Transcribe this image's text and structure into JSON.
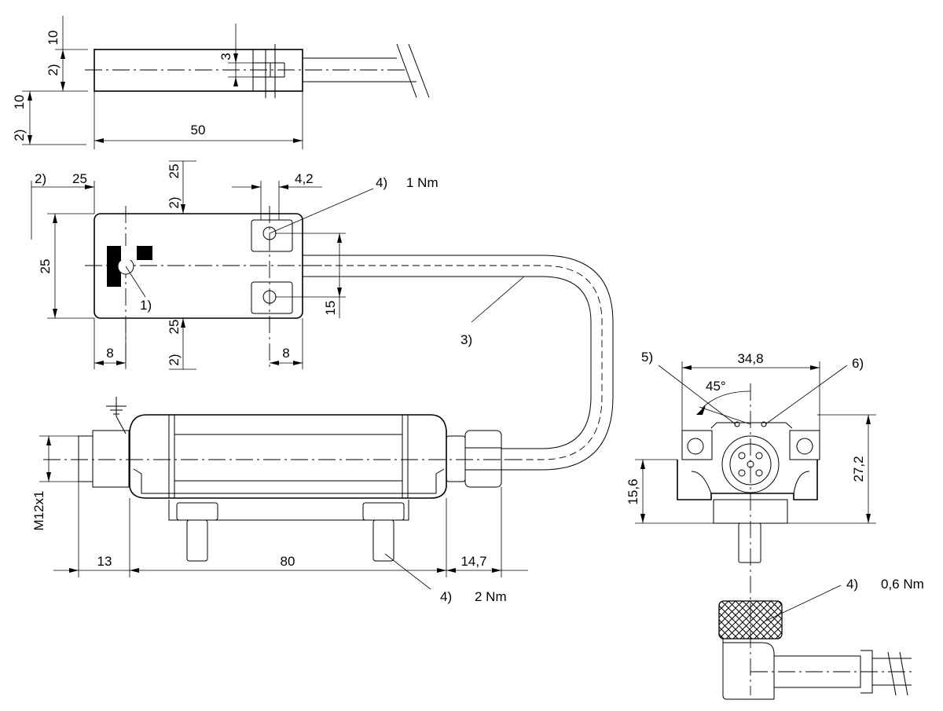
{
  "dimensions": {
    "top_height_10": "10",
    "top_note_2": "2)",
    "top_slot_3": "3",
    "top_lower_10": "10",
    "top_lower_note_2": "2)",
    "top_length_50": "50",
    "mid_note_2_left": "2)",
    "mid_left_25": "25",
    "mid_top_25": "25",
    "mid_top_note_2": "2)",
    "mid_hole_4_2": "4,2",
    "mid_height_25": "25",
    "mid_pitch_15": "15",
    "mid_bottom_25": "25",
    "mid_bottom_note_2": "2)",
    "mid_left_8": "8",
    "mid_right_8": "8",
    "side_m12": "M12x1",
    "side_13": "13",
    "side_80": "80",
    "side_14_7": "14,7",
    "end_width_34_8": "34,8",
    "end_angle_45": "45°",
    "end_height_27_2": "27,2",
    "end_height_15_6": "15,6"
  },
  "callouts": {
    "c1": "1)",
    "c3": "3)",
    "c4_top_num": "4)",
    "c4_top_torque": "1 Nm",
    "c4_bottom_num": "4)",
    "c4_bottom_torque": "2 Nm",
    "c4_connector_num": "4)",
    "c4_connector_torque": "0,6 Nm",
    "c5": "5)",
    "c6": "6)"
  }
}
